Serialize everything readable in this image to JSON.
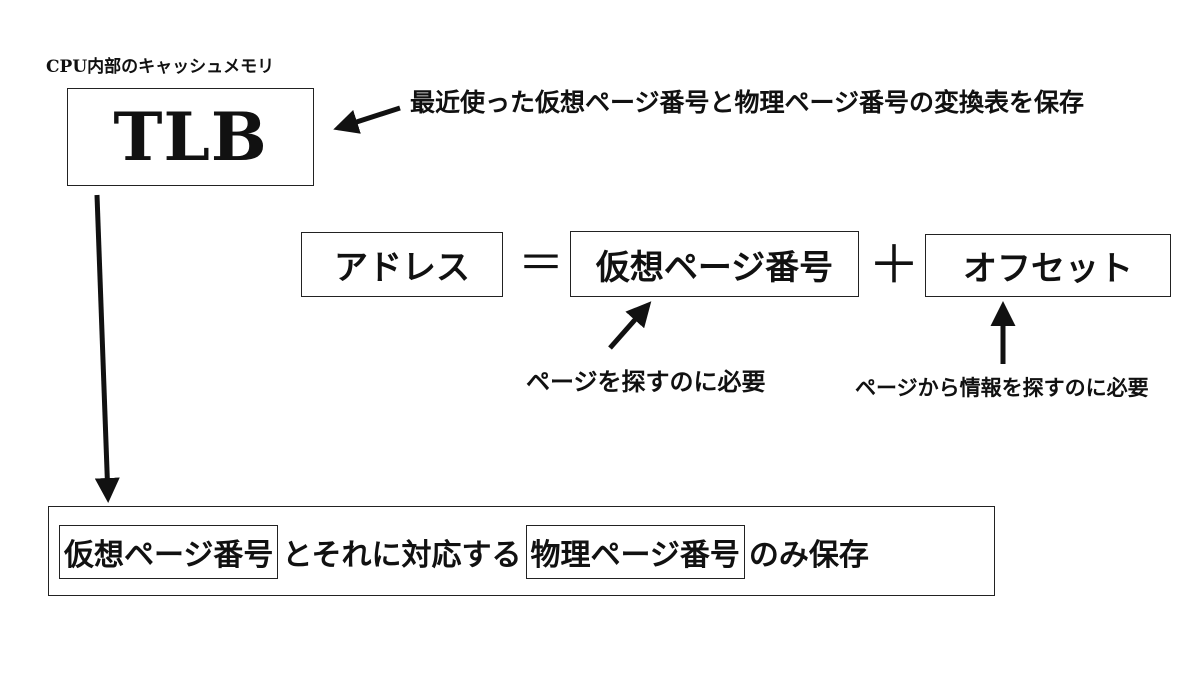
{
  "tlb_section": {
    "caption": "CPU内部のキャッシュメモリ",
    "title": "TLB",
    "description": "最近使った仮想ページ番号と物理ページ番号の変換表を保存"
  },
  "address_formula": {
    "address_label": "アドレス",
    "equals": "＝",
    "virtual_page_number": "仮想ページ番号",
    "plus": "＋",
    "offset_label": "オフセット"
  },
  "annotations": {
    "page_note": "ページを探すのに必要",
    "offset_note": "ページから情報を探すのに必要"
  },
  "summary": {
    "virtual_page_number": "仮想ページ番号",
    "connector": "とそれに対応する",
    "physical_page_number": "物理ページ番号",
    "tail": "のみ保存"
  }
}
